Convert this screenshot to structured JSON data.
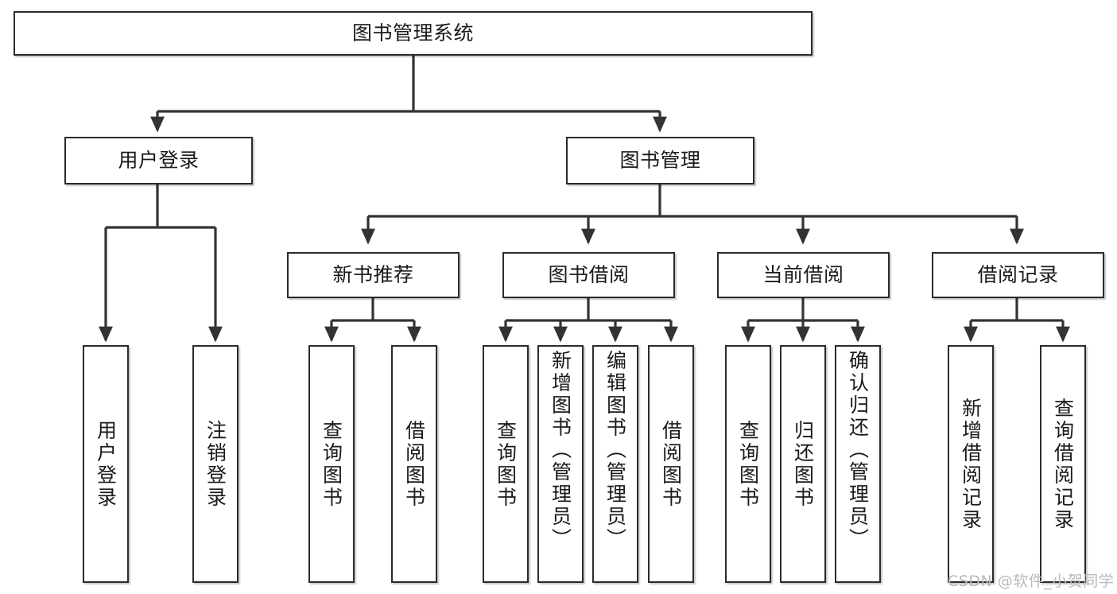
{
  "diagram": {
    "type": "tree",
    "title": "图书管理系统",
    "watermark": "CSDN @软件_小贺同学",
    "colors": {
      "box_border": "#2b2b2b",
      "box_fill": "#ffffff",
      "connector": "#333333",
      "text": "#1a1a1a",
      "watermark": "#b9b9b9"
    },
    "root": {
      "label": "图书管理系统"
    },
    "level2": [
      {
        "label": "用户登录"
      },
      {
        "label": "图书管理"
      }
    ],
    "level3": [
      {
        "label": "新书推荐"
      },
      {
        "label": "图书借阅"
      },
      {
        "label": "当前借阅"
      },
      {
        "label": "借阅记录"
      }
    ],
    "leaves": {
      "user_login": [
        {
          "label": "用户登录"
        },
        {
          "label": "注销登录"
        }
      ],
      "new_book": [
        {
          "label": "查询图书"
        },
        {
          "label": "借阅图书"
        }
      ],
      "book_borrow": [
        {
          "label": "查询图书"
        },
        {
          "label": "新增图书（管理员）"
        },
        {
          "label": "编辑图书（管理员）"
        },
        {
          "label": "借阅图书"
        }
      ],
      "current_borrow": [
        {
          "label": "查询图书"
        },
        {
          "label": "归还图书"
        },
        {
          "label": "确认归还（管理员）"
        }
      ],
      "borrow_record": [
        {
          "label": "新增借阅记录"
        },
        {
          "label": "查询借阅记录"
        }
      ]
    }
  }
}
